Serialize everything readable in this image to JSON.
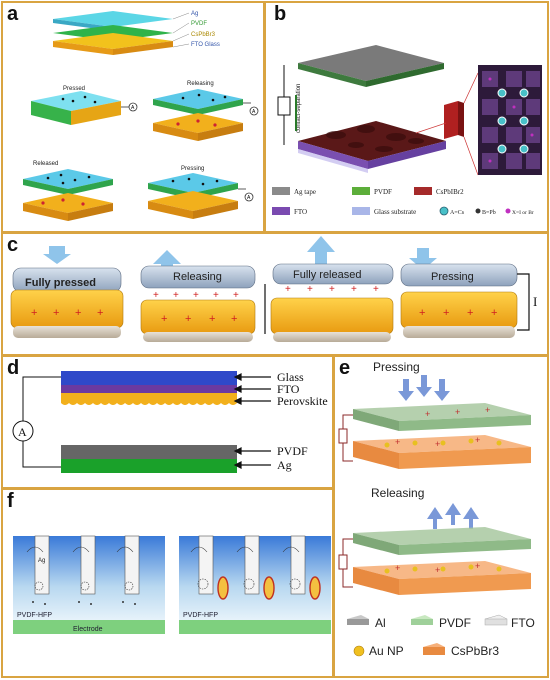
{
  "panels": {
    "a": {
      "label": "a",
      "top_layers": [
        "Ag",
        "PVDF",
        "CsPbBr3",
        "FTO Glass"
      ],
      "state_labels": [
        "Pressed",
        "Releasing",
        "Released",
        "Pressing"
      ]
    },
    "b": {
      "label": "b",
      "vertical_label": "contact-separation",
      "legend": [
        "Ag tape",
        "PVDF",
        "CsPbIBr2",
        "FTO",
        "Glass substrate"
      ],
      "crystal_legend": [
        "A=Cs",
        "B=Pb",
        "X=I or Br"
      ]
    },
    "c": {
      "label": "c",
      "states": [
        "Fully pressed",
        "Releasing",
        "Fully released",
        "Pressing"
      ],
      "current_label": "I"
    },
    "d": {
      "label": "d",
      "meter": "A",
      "top_labels": [
        "Glass",
        "FTO",
        "Perovskite"
      ],
      "bottom_labels": [
        "PVDF",
        "Ag"
      ]
    },
    "e": {
      "label": "e",
      "pressing": "Pressing",
      "releasing": "Releasing",
      "legend": [
        "Al",
        "PVDF",
        "FTO",
        "Au NP",
        "CsPbBr3"
      ]
    },
    "f": {
      "label": "f",
      "tip_label": "Ag",
      "film_label": "PVDF-HFP",
      "electrode": "Electrode"
    }
  },
  "colors": {
    "border": "#d9a441",
    "ag": "#b9c7d6",
    "pvdf": "#5cc35a",
    "perovskite": "#f2b01c",
    "fto": "#6b4aa0",
    "glass": "#2f49c9",
    "blue_arrow": "#6fa8dc"
  }
}
